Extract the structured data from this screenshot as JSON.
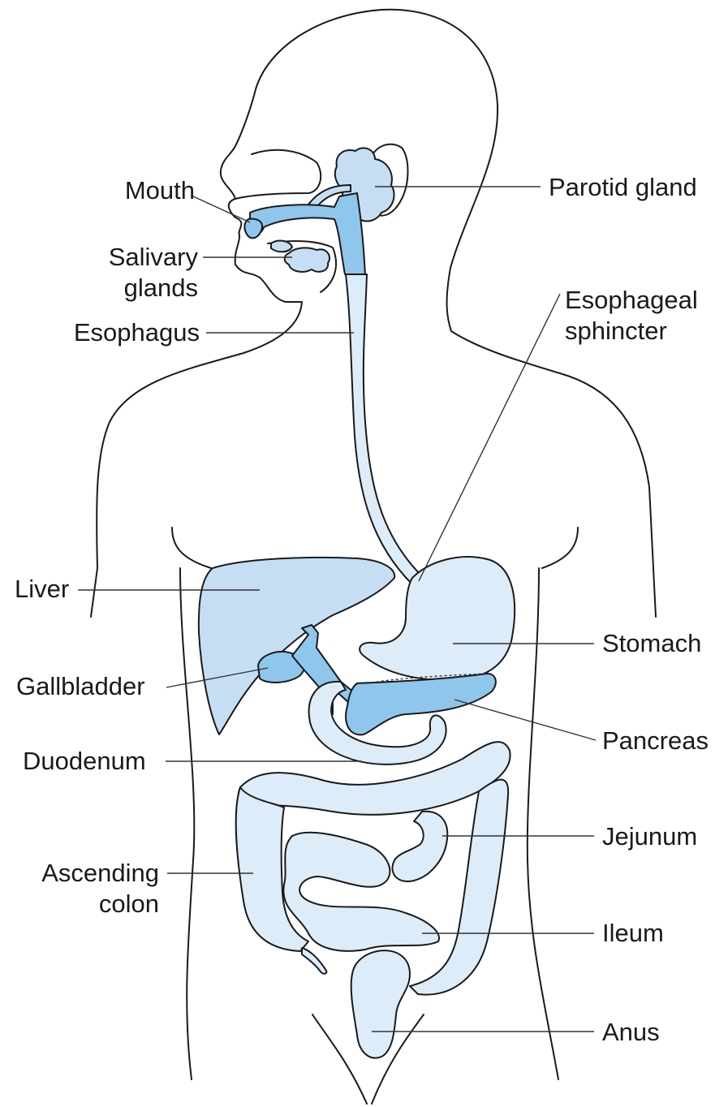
{
  "labels": {
    "mouth": "Mouth",
    "salivary": "Salivary\nglands",
    "esophagus": "Esophagus",
    "liver": "Liver",
    "gallbladder": "Gallbladder",
    "duodenum": "Duodenum",
    "ascending_colon": "Ascending\ncolon",
    "parotid": "Parotid gland",
    "esophageal_sphincter": "Esophageal\nsphincter",
    "stomach": "Stomach",
    "pancreas": "Pancreas",
    "jejunum": "Jejunum",
    "ileum": "Ileum",
    "anus": "Anus"
  },
  "colors": {
    "organ_light": "#dcecf8",
    "organ_mid": "#c5def4",
    "organ_dark": "#8fc6ec",
    "outline": "#1a1a1a"
  }
}
